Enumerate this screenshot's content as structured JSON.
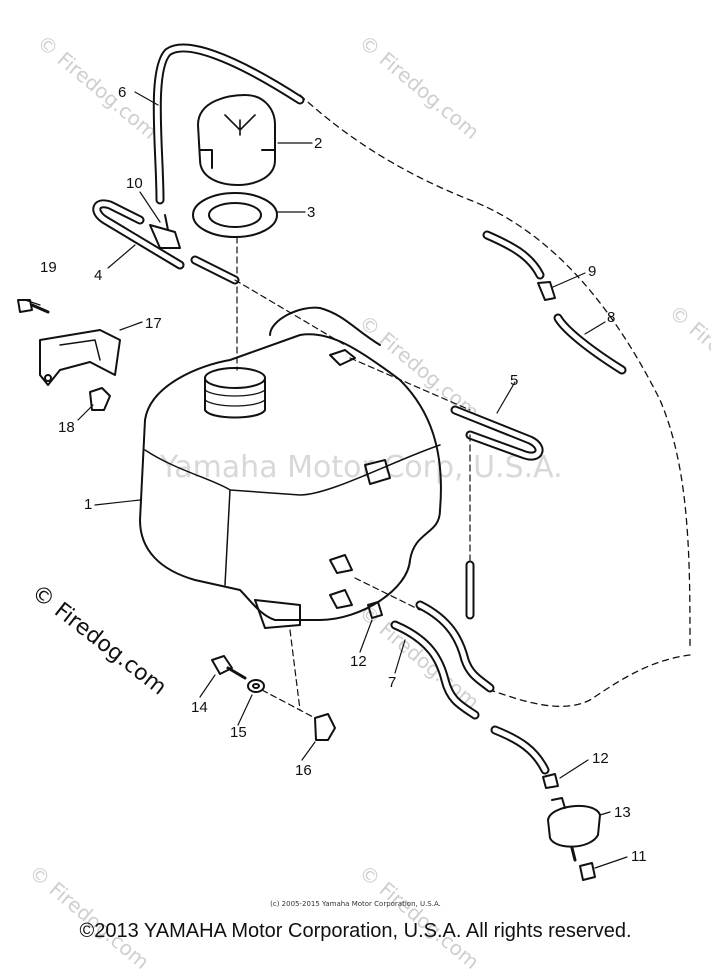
{
  "diagram": {
    "watermark_center": "Yamaha Motor Corp, U.S.A.",
    "watermark_side": "© Firedog.com",
    "watermark_repeat": "© Firedog.com",
    "small_copyright": "(c) 2005-2015 Yamaha Motor Corporation, U.S.A.",
    "footer": "©2013 YAMAHA Motor Corporation, U.S.A. All rights reserved.",
    "callouts": {
      "c1": "1",
      "c2": "2",
      "c3": "3",
      "c4": "4",
      "c5": "5",
      "c6": "6",
      "c7": "7",
      "c8": "8",
      "c9": "9",
      "c10": "10",
      "c11": "11",
      "c12a": "12",
      "c12b": "12",
      "c13": "13",
      "c14": "14",
      "c15": "15",
      "c16": "16",
      "c17": "17",
      "c18": "18",
      "c19": "19"
    }
  }
}
